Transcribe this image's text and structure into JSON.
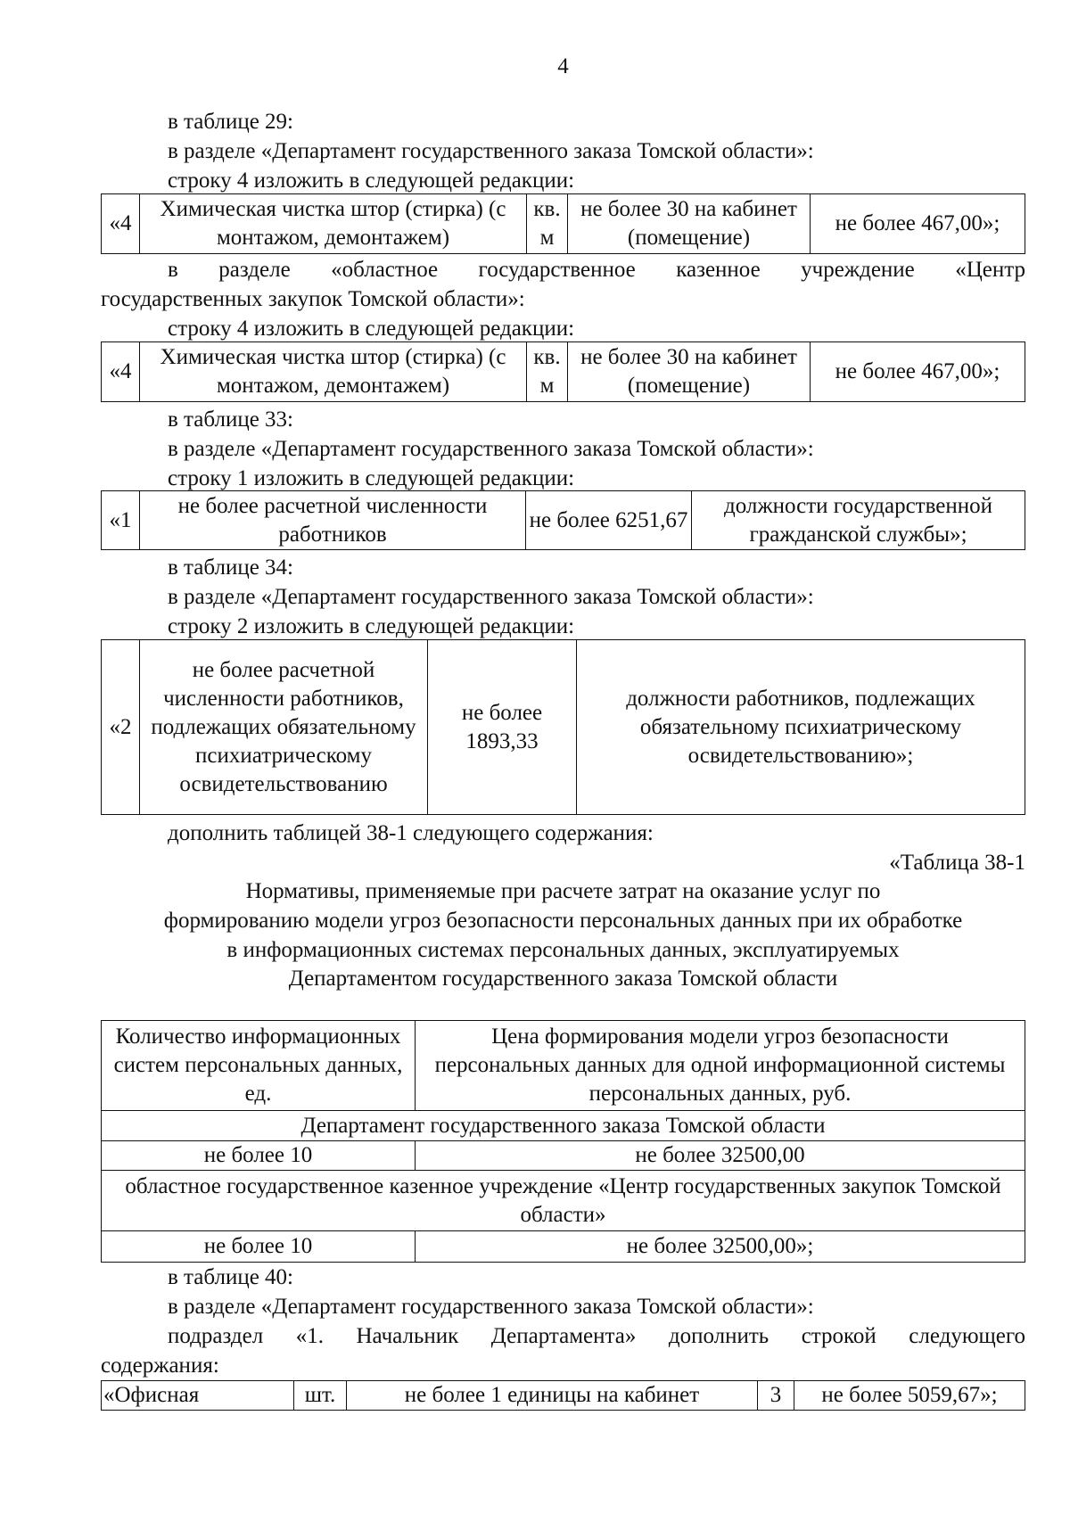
{
  "page_number": "4",
  "block1": {
    "l1": "в таблице 29:",
    "l2": "в разделе «Департамент государственного заказа Томской области»:",
    "l3": "строку 4 изложить в следующей редакции:",
    "row": [
      "«4",
      "Химическая чистка штор (стирка) (с монтажом, демонтажем)",
      "кв. м",
      "не более 30 на кабинет (помещение)",
      "не более 467,00»;"
    ]
  },
  "block2": {
    "p1a": "в разделе «областное государственное казенное учреждение «Центр",
    "p1b": "государственных закупок Томской области»:",
    "l3": "строку 4 изложить в следующей редакции:",
    "row": [
      "«4",
      "Химическая чистка штор (стирка) (с монтажом, демонтажем)",
      "кв. м",
      "не более 30 на кабинет (помещение)",
      "не более 467,00»;"
    ]
  },
  "block3": {
    "l1": "в таблице 33:",
    "l2": "в разделе «Департамент государственного заказа Томской области»:",
    "l3": "строку 1 изложить в следующей редакции:",
    "row": [
      "«1",
      "не более расчетной численности работников",
      "не более 6251,67",
      "должности государственной гражданской службы»;"
    ]
  },
  "block4": {
    "l1": "в таблице 34:",
    "l2": "в разделе «Департамент государственного заказа Томской области»:",
    "l3": "строку 2 изложить в следующей редакции:",
    "row": [
      "«2",
      "не более расчетной численности работников, подлежащих обязательному психиатрическому освидетельствованию",
      "не более 1893,33",
      "должности работников, подлежащих обязательному психиатрическому освидетельствованию»;"
    ]
  },
  "block5": {
    "intro": "дополнить таблицей 38-1 следующего содержания:",
    "table_label": "«Таблица 38-1",
    "heading": [
      "Нормативы, применяемые при расчете затрат на оказание услуг по",
      "формированию модели угроз безопасности персональных данных при их обработке",
      "в информационных системах персональных данных, эксплуатируемых",
      "Департаментом государственного заказа Томской области"
    ],
    "headers": [
      "Количество информационных систем персональных данных, ед.",
      "Цена формирования модели угроз безопасности персональных данных для одной информационной системы персональных данных, руб."
    ],
    "section1": "Департамент государственного заказа Томской области",
    "row1": [
      "не более 10",
      "не более 32500,00"
    ],
    "section2": "областное государственное казенное учреждение «Центр государственных закупок Томской области»",
    "row2": [
      "не более 10",
      "не более 32500,00»;"
    ]
  },
  "block6": {
    "l1": "в таблице 40:",
    "l2": "в разделе «Департамент государственного заказа Томской области»:",
    "p3a": "подраздел «1. Начальник Департамента» дополнить строкой следующего",
    "p3b": "содержания:",
    "row": [
      "«Офисная",
      "шт.",
      "не более 1 единицы на кабинет",
      "3",
      "не более 5059,67»;"
    ]
  }
}
